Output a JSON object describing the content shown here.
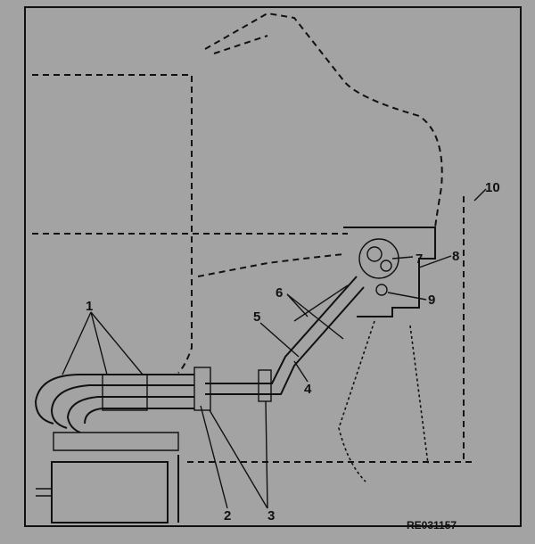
{
  "diagram": {
    "background_color": "#a3a3a3",
    "line_color": "#111111",
    "callouts": [
      "1",
      "2",
      "3",
      "4",
      "5",
      "6",
      "7",
      "8",
      "9",
      "10"
    ],
    "reference_code": "RE031157"
  }
}
